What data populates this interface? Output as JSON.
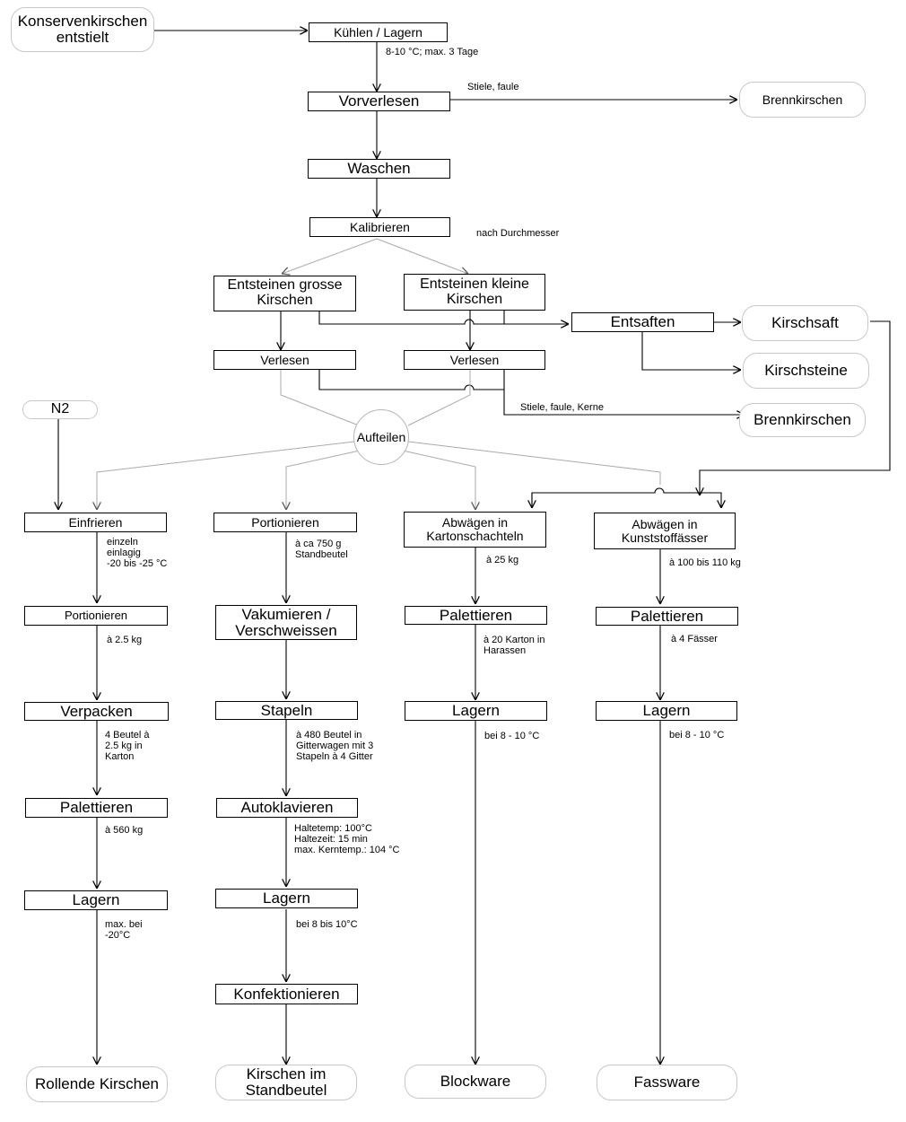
{
  "nodes": {
    "start": "Konservenkirschen\nentstielt",
    "kuehlen": "Kühlen / Lagern",
    "vorverlesen": "Vorverlesen",
    "brenn1": "Brennkirschen",
    "waschen": "Waschen",
    "kalibrieren": "Kalibrieren",
    "entst_gross": "Entsteinen grosse\nKirschen",
    "entst_klein": "Entsteinen kleine\nKirschen",
    "entsaften": "Entsaften",
    "kirschsaft": "Kirschsaft",
    "kirschsteine": "Kirschsteine",
    "verlesen1": "Verlesen",
    "verlesen2": "Verlesen",
    "brenn2": "Brennkirschen",
    "n2": "N2",
    "aufteilen": "Aufteilen",
    "einfrieren": "Einfrieren",
    "portionieren1": "Portionieren",
    "abw_karton": "Abwägen in\nKartonschachteln",
    "abw_kunst": "Abwägen in\nKunststoffässer",
    "portionieren2": "Portionieren",
    "vakumieren": "Vakumieren /\nVerschweissen",
    "palett_a": "Palettieren",
    "palett_b": "Palettieren",
    "verpacken": "Verpacken",
    "stapeln": "Stapeln",
    "lagern_a": "Lagern",
    "lagern_b": "Lagern",
    "palett_c": "Palettieren",
    "autoklavieren": "Autoklavieren",
    "lagern_c": "Lagern",
    "lagern_d": "Lagern",
    "konfektionieren": "Konfektionieren",
    "out_rollend": "Rollende Kirschen",
    "out_standbeutel": "Kirschen im\nStandbeutel",
    "out_block": "Blockware",
    "out_fass": "Fassware"
  },
  "notes": {
    "kuehlen": "8-10 °C; max. 3 Tage",
    "vorverlesen": "Stiele, faule",
    "kalibrieren": "nach Durchmesser",
    "verlesen": "Stiele, faule, Kerne",
    "einfrieren": "einzeln\neinlagig\n-20 bis -25 °C",
    "portionieren1": "à 2.5 kg",
    "verpacken": "4 Beutel à\n2.5 kg in\nKarton",
    "palett_c": "à 560 kg",
    "lagern_frozen": "max. bei\n-20°C",
    "portionieren2": "à ca 750 g\nStandbeutel",
    "stapeln": "à 480 Beutel in\nGitterwagen mit 3\nStapeln à 4 Gitter",
    "autoklavieren": "Haltetemp: 100°C\nHaltezeit: 15 min\nmax. Kerntemp.: 104 °C",
    "lagern_c": "bei 8 bis 10°C",
    "abw_karton": "à 25 kg",
    "palett_a": "à 20 Karton in\nHarassen",
    "lagern_a": "bei 8 - 10 °C",
    "abw_kunst": "à 100 bis 110 kg",
    "palett_b": "à 4 Fässer",
    "lagern_b": "bei 8 - 10 °C"
  }
}
